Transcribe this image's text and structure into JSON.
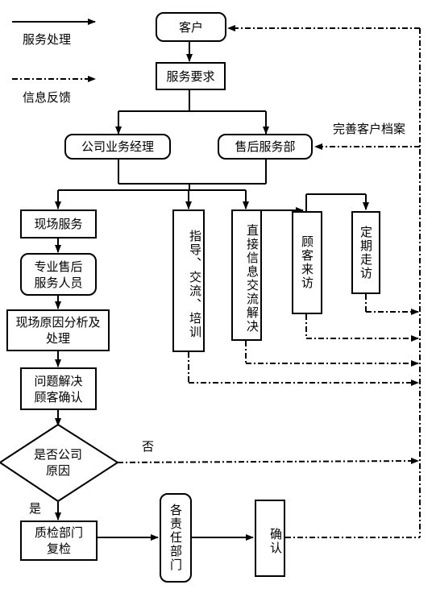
{
  "legend": {
    "service_processing": "服务处理",
    "info_feedback": "信息反馈"
  },
  "nodes": {
    "customer": "客户",
    "service_request": "服务要求",
    "business_manager": "公司业务经理",
    "after_sales": "售后服务部",
    "onsite_service": "现场服务",
    "staff": "专业售后\n服务人员",
    "onsite_analysis": "现场原因分析及\n处理",
    "confirm_solved": "问题解决\n顾客确认",
    "decision": "是否公司\n原因",
    "guide": "指导、交流、培训",
    "direct": "直接信息交流解决",
    "visit": "顾客来访",
    "regular": "定期走访",
    "qc_recheck": "质检部门\n复检",
    "departments": "各责任部门",
    "confirm": "确认"
  },
  "labels": {
    "improve_archive": "完善客户档案",
    "no": "否",
    "yes": "是"
  }
}
